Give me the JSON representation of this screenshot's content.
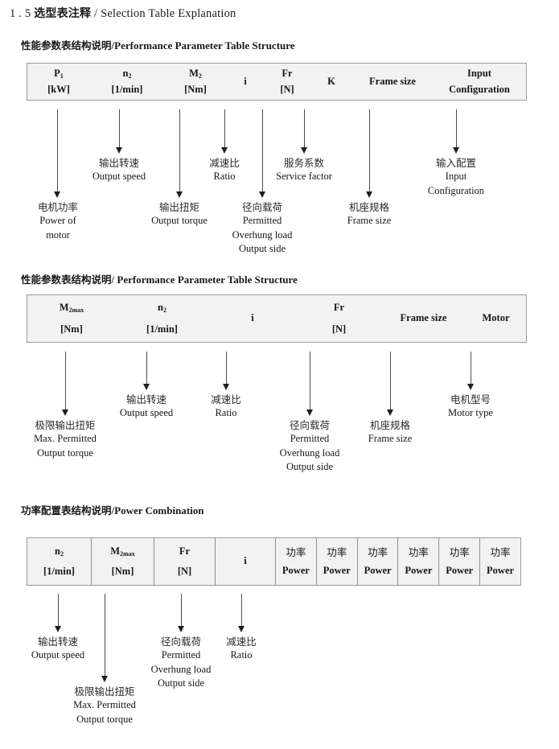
{
  "page": {
    "title_number": "1 . 5",
    "title_cn": "选型表注释",
    "title_sep": "/",
    "title_en": "Selection Table Explanation"
  },
  "sections": [
    {
      "heading_cn": "性能参数表结构说明",
      "heading_sep": "/",
      "heading_en": "Performance Parameter Table Structure",
      "table": {
        "divided": false,
        "columns": [
          {
            "line1": "P",
            "line1_sub": "1",
            "line2": "[kW]"
          },
          {
            "line1": "n",
            "line1_sub": "2",
            "line2": "[1/min]"
          },
          {
            "line1": "M",
            "line1_sub": "2",
            "line2": "[Nm]"
          },
          {
            "line1": "i",
            "line1_sub": "",
            "line2": ""
          },
          {
            "line1": "Fr",
            "line1_sub": "",
            "line2": "[N]"
          },
          {
            "line1": "K",
            "line1_sub": "",
            "line2": ""
          },
          {
            "line1": "Frame size",
            "line1_sub": "",
            "line2": ""
          },
          {
            "line1": "Input",
            "line1_sub": "",
            "line2": "Configuration"
          }
        ]
      },
      "annotations": [
        {
          "cn": "电机功率",
          "en": [
            "Power of",
            "motor"
          ]
        },
        {
          "cn": "输出转速",
          "en": [
            "Output speed"
          ]
        },
        {
          "cn": "输出扭矩",
          "en": [
            "Output torque"
          ]
        },
        {
          "cn": "减速比",
          "en": [
            "Ratio"
          ]
        },
        {
          "cn": "径向载荷",
          "en": [
            "Permitted",
            "Overhung load",
            "Output side"
          ]
        },
        {
          "cn": "服务系数",
          "en": [
            "Service factor"
          ]
        },
        {
          "cn": "机座规格",
          "en": [
            "Frame size"
          ]
        },
        {
          "cn": "输入配置",
          "en": [
            "Input",
            "Configuration"
          ]
        }
      ]
    },
    {
      "heading_cn": "性能参数表结构说明",
      "heading_sep": "/",
      "heading_en": "Performance Parameter Table Structure",
      "table": {
        "divided": false,
        "columns": [
          {
            "line1": "M",
            "line1_sub": "2max",
            "line2": "[Nm]"
          },
          {
            "line1": "n",
            "line1_sub": "2",
            "line2": "[1/min]"
          },
          {
            "line1": "i",
            "line1_sub": "",
            "line2": ""
          },
          {
            "line1": "Fr",
            "line1_sub": "",
            "line2": "[N]"
          },
          {
            "line1": "Frame size",
            "line1_sub": "",
            "line2": ""
          },
          {
            "line1": "Motor",
            "line1_sub": "",
            "line2": ""
          }
        ]
      },
      "annotations": [
        {
          "cn": "极限输出扭矩",
          "en": [
            "Max. Permitted",
            "Output  torque"
          ]
        },
        {
          "cn": "输出转速",
          "en": [
            "Output speed"
          ]
        },
        {
          "cn": "减速比",
          "en": [
            "Ratio"
          ]
        },
        {
          "cn": "径向载荷",
          "en": [
            "Permitted",
            "Overhung load",
            "Output side"
          ]
        },
        {
          "cn": "机座规格",
          "en": [
            "Frame size"
          ]
        },
        {
          "cn": "电机型号",
          "en": [
            "Motor type"
          ]
        }
      ]
    },
    {
      "heading_cn": "功率配置表结构说明",
      "heading_sep": "/",
      "heading_en": "Power Combination",
      "table": {
        "divided": true,
        "columns": [
          {
            "line1": "n",
            "line1_sub": "2",
            "line2": "[1/min]"
          },
          {
            "line1": "M",
            "line1_sub": "2max",
            "line2": "[Nm]"
          },
          {
            "line1": "Fr",
            "line1_sub": "",
            "line2": "[N]"
          },
          {
            "line1": "i",
            "line1_sub": "",
            "line2": ""
          },
          {
            "line1_cjk": "功率",
            "line2": "Power"
          },
          {
            "line1_cjk": "功率",
            "line2": "Power"
          },
          {
            "line1_cjk": "功率",
            "line2": "Power"
          },
          {
            "line1_cjk": "功率",
            "line2": "Power"
          },
          {
            "line1_cjk": "功率",
            "line2": "Power"
          },
          {
            "line1_cjk": "功率",
            "line2": "Power"
          }
        ]
      },
      "annotations": [
        {
          "cn": "输出转速",
          "en": [
            "Output speed"
          ]
        },
        {
          "cn": "极限输出扭矩",
          "en": [
            "Max. Permitted",
            "Output  torque"
          ]
        },
        {
          "cn": "径向载荷",
          "en": [
            "Permitted",
            "Overhung load",
            "Output side"
          ]
        },
        {
          "cn": "减速比",
          "en": [
            "Ratio"
          ]
        }
      ]
    }
  ]
}
